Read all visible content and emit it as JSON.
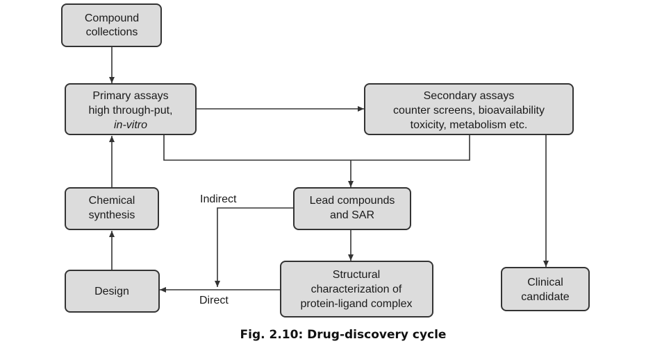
{
  "nodes": {
    "compound_collections": {
      "line1": "Compound",
      "line2": "collections"
    },
    "primary_assays": {
      "line1": "Primary assays",
      "line2": "high through-put,",
      "line3": "in-vitro"
    },
    "secondary_assays": {
      "line1": "Secondary assays",
      "line2": "counter screens, bioavailability",
      "line3": "toxicity, metabolism etc."
    },
    "chemical_synthesis": {
      "line1": "Chemical",
      "line2": "synthesis"
    },
    "lead_compounds": {
      "line1": "Lead compounds",
      "line2": "and SAR"
    },
    "design": {
      "line1": "Design"
    },
    "structural": {
      "line1": "Structural",
      "line2": "characterization of",
      "line3": "protein-ligand complex"
    },
    "clinical_candidate": {
      "line1": "Clinical",
      "line2": "candidate"
    }
  },
  "edges": {
    "indirect_label": "Indirect",
    "direct_label": "Direct"
  },
  "caption": "Fig. 2.10: Drug-discovery cycle",
  "colors": {
    "box_fill": "#dcdcdc",
    "stroke": "#333333",
    "text": "#1a1a1a"
  }
}
